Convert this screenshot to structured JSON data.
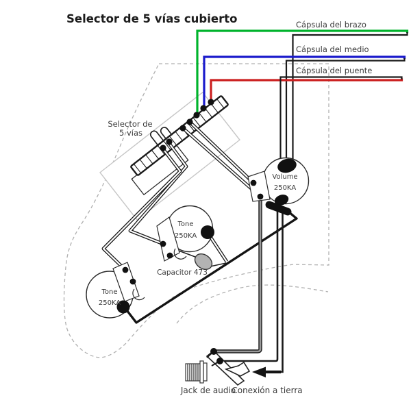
{
  "title": "Selector de 5 vías cubierto",
  "colors": {
    "neck": "#00b32c",
    "middle": "#1a1acc",
    "bridge": "#cc2020",
    "wire_black": "#1a1a1a",
    "wire_shield_core": "#9a9a9a",
    "capacitor_fill": "#b3b3b3"
  },
  "pickups": {
    "neck": "Cápsula del brazo",
    "middle": "Cápsula del medio",
    "bridge": "Cápsula del puente"
  },
  "selector": {
    "line1": "Selector de",
    "line2": "5 vías"
  },
  "pots": {
    "volume": {
      "name": "Volume",
      "value": "250KA"
    },
    "tone_middle": {
      "name": "Tone",
      "value": "250KA"
    },
    "tone_neck": {
      "name": "Tone",
      "value": "250KA"
    }
  },
  "capacitor": {
    "label": "Capacitor 473"
  },
  "jack": {
    "label": "Jack de audio"
  },
  "ground": {
    "label": "Conexión a tierra"
  }
}
